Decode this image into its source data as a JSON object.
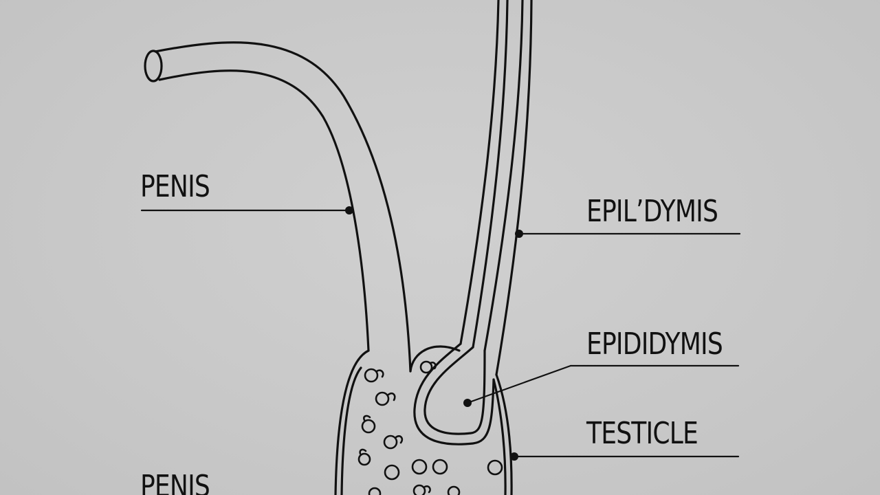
{
  "labels": {
    "penis_top": "PENIS",
    "epididymis_misspelled": "EPIL’DYMIS",
    "epididymis": "EPIDIDYMIS",
    "testicle": "TESTICLE",
    "penis_bottom": "PENIS"
  },
  "colors": {
    "background": "#c8c8c8",
    "ink": "#111111"
  }
}
